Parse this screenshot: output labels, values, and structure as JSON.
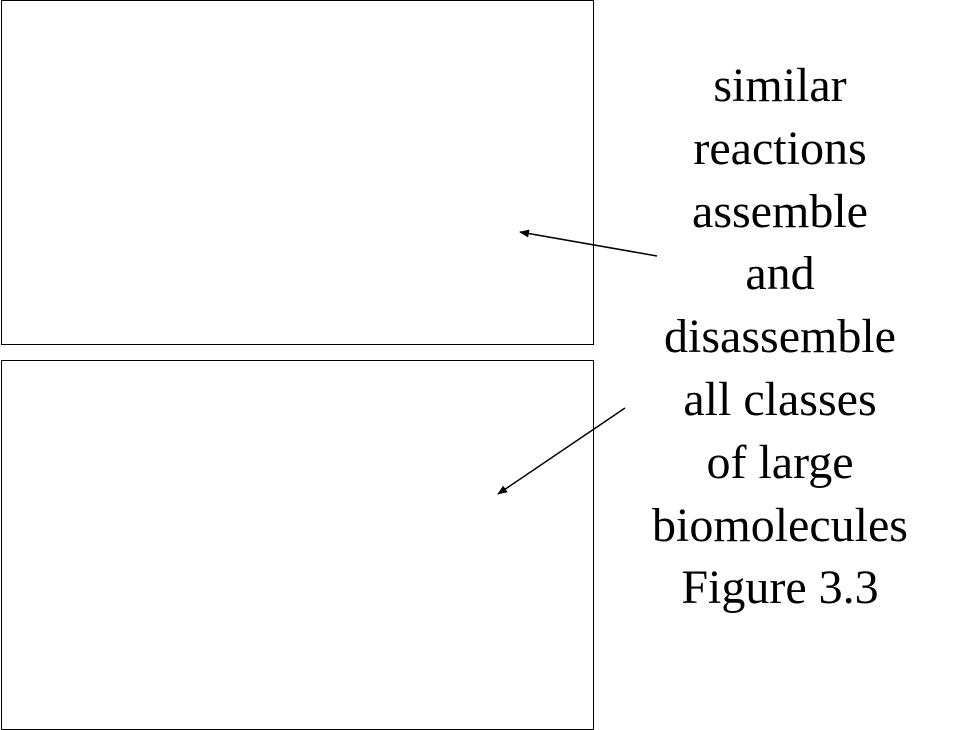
{
  "slide": {
    "caption_lines": [
      "similar",
      "reactions",
      "assemble",
      "and",
      "disassemble",
      "all classes",
      "of large",
      "biomolecules",
      "Figure 3.3"
    ]
  },
  "colors": {
    "background": "#ffffff",
    "text": "#000000",
    "border": "#000000",
    "arrow": "#000000"
  }
}
